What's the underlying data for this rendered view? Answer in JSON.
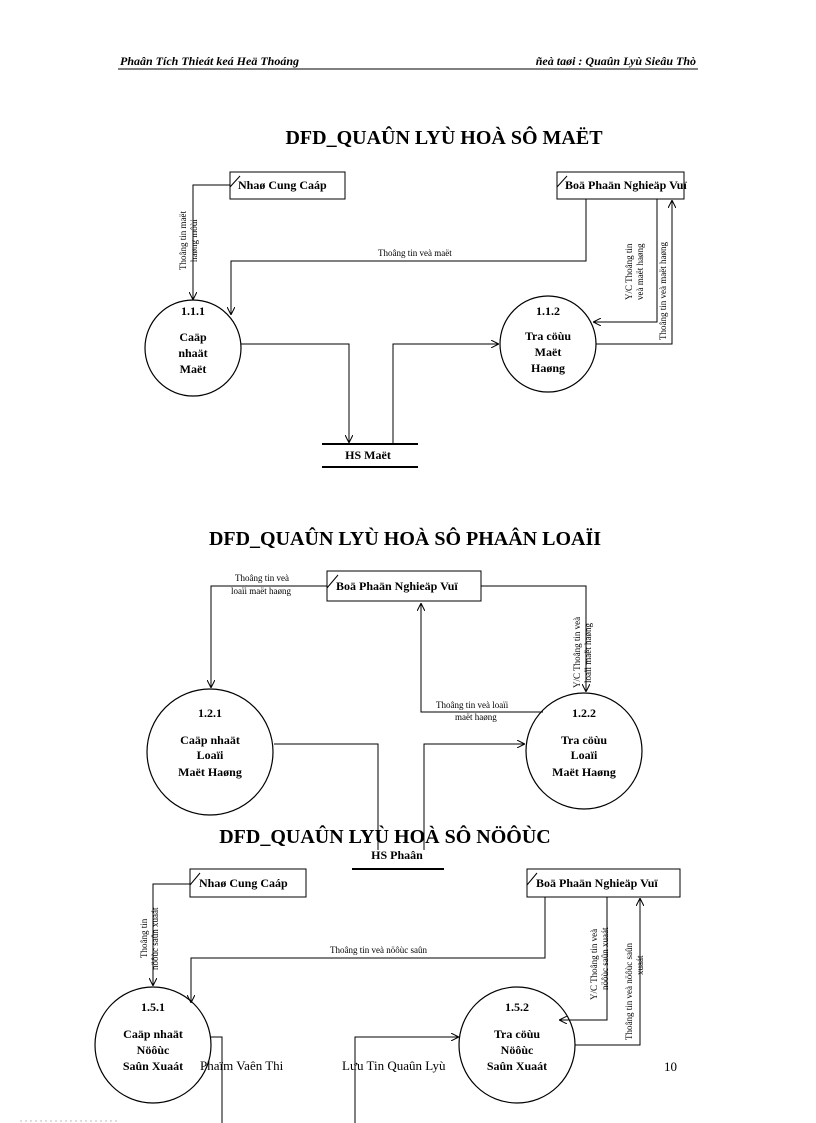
{
  "header": {
    "left": "Phaân Tích Thieát keá Heä Thoáng",
    "right": "ñeà taøi : Quaûn Lyù Sieâu Thò"
  },
  "diagrams": [
    {
      "title": "DFD_QUAÛN LYÙ HOÀ SÔ MAËT",
      "entity_left": "Nhaø Cung Caáp",
      "entity_right": "Boä Phaän Nghieäp Vuï",
      "p1_id": "1.1.1",
      "p1_lines": [
        "Caäp",
        "nhaät",
        "Maët"
      ],
      "p2_id": "1.1.2",
      "p2_lines": [
        "Tra cöùu",
        "Maët",
        "Haøng"
      ],
      "store": "HS Maët",
      "flow_left": [
        "Thoâng tin maët",
        "haøng môùi"
      ],
      "flow_top": "Thoâng tin veà maët",
      "flow_right_1": [
        "Y/C Thoâng tin",
        "veà maët haøng"
      ],
      "flow_right_2": "Thoâng tin veà maët haøng"
    },
    {
      "title": "DFD_QUAÛN LYÙ HOÀ SÔ PHAÂN LOAÏI",
      "entity": "Boä Phaän Nghieäp Vuï",
      "p1_id": "1.2.1",
      "p1_lines": [
        "Caäp nhaät",
        "Loaïi",
        "Maët Haøng"
      ],
      "p2_id": "1.2.2",
      "p2_lines": [
        "Tra cöùu",
        "Loaïi",
        "Maët Haøng"
      ],
      "store": "HS Phaân",
      "flow_left": [
        "Thoâng tin veà",
        "loaïi maët haøng"
      ],
      "flow_mid": [
        "Thoâng tin veà  loaïi",
        "maët haøng"
      ],
      "flow_right": [
        "Y/C Thoâng tin veà",
        "loaïi maët haøng"
      ]
    },
    {
      "title": "DFD_QUAÛN LYÙ HOÀ SÔ NÖÔÙC",
      "entity_left": "Nhaø Cung Caáp",
      "entity_right": "Boä Phaän Nghieäp Vuï",
      "p1_id": "1.5.1",
      "p1_lines": [
        "Caäp nhaät",
        "Nöôùc",
        "Saûn Xuaát"
      ],
      "p2_id": "1.5.2",
      "p2_lines": [
        "Tra cöùu",
        "Nöôùc",
        "Saûn Xuaát"
      ],
      "flow_left": [
        "Thoâng tin",
        "nöôùc saûn xuaát"
      ],
      "flow_top": "Thoâng tin veà nöôùc saûn",
      "flow_right_1": [
        "Y/C Thoâng tin veà",
        "nöôùc saûn xuaát"
      ],
      "flow_right_2": [
        "Thoâng tin veà nöôùc saûn",
        "xuaát"
      ]
    }
  ],
  "footer": {
    "left": "Phaïm Vaên Thi",
    "center": "Lưu Tin Quaûn Lyù",
    "page": "10"
  }
}
